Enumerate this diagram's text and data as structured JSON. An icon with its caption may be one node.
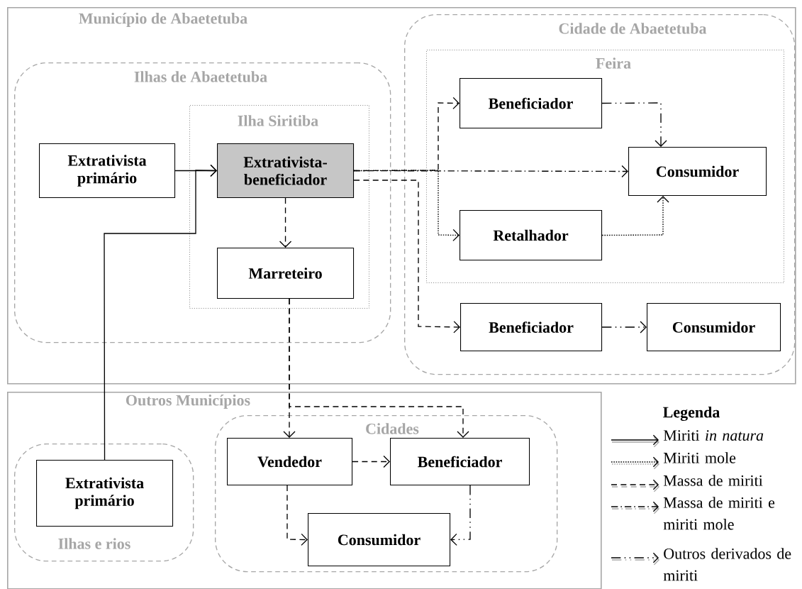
{
  "diagram": {
    "nodes": [
      {
        "text": [
          "Município de Abaetetuba"
        ]
      },
      {
        "text": [
          "Ilhas de Abaetetuba"
        ],
        "in": 0
      },
      {
        "text": [
          "Ilha Siritiba"
        ],
        "in": 1
      },
      {
        "text": [
          "Extrativista primário"
        ],
        "in": 1
      },
      {
        "text": [
          "Extrativista-beneficiador"
        ],
        "in": 2
      },
      {
        "text": [
          "Marreteiro"
        ],
        "in": 2
      },
      {
        "text": [
          "Cidade de Abaetetuba"
        ],
        "in": 0
      },
      {
        "text": [
          "Feira"
        ],
        "in": 6
      },
      {
        "text": [
          "Beneficiador"
        ],
        "in": 7
      },
      {
        "text": [
          "Consumidor"
        ],
        "in": 7
      },
      {
        "text": [
          "Retalhador"
        ],
        "in": 7
      },
      {
        "text": [
          "Beneficiador"
        ],
        "in": 6
      },
      {
        "text": [
          "Consumidor"
        ],
        "in": 6
      },
      {
        "text": [
          "Outros Municípios"
        ]
      },
      {
        "text": [
          "Ilhas e rios"
        ],
        "in": 13
      },
      {
        "text": [
          "Extrativista primário"
        ],
        "in": 14
      },
      {
        "text": [
          "Cidades"
        ],
        "in": 13
      },
      {
        "text": [
          "Vendedor"
        ],
        "in": 16
      },
      {
        "text": [
          "Beneficiador"
        ],
        "in": 16
      },
      {
        "text": [
          "Consumidor"
        ],
        "in": 16
      }
    ],
    "edges": [
      {
        "from": 3,
        "to": 4,
        "arrow": "to"
      },
      {
        "from": 15,
        "to": 4,
        "arrow": "to"
      },
      {
        "from": 4,
        "to": 5,
        "arrow": "to",
        "style": "dashed"
      },
      {
        "from": 4,
        "to": 9,
        "arrow": "to",
        "style": "dashed"
      },
      {
        "from": 4,
        "to": 8,
        "arrow": "to",
        "style": "dashed"
      },
      {
        "from": 4,
        "to": 10,
        "arrow": "to",
        "style": "dashed"
      },
      {
        "from": 4,
        "to": 11,
        "arrow": "to",
        "style": "dashed"
      },
      {
        "from": 8,
        "to": 9,
        "arrow": "to",
        "style": "dashed"
      },
      {
        "from": 10,
        "to": 9,
        "arrow": "to",
        "style": "dashed"
      },
      {
        "from": 11,
        "to": 12,
        "arrow": "to",
        "style": "dashed"
      },
      {
        "from": 5,
        "to": 17,
        "arrow": "to",
        "style": "dashed"
      },
      {
        "from": 5,
        "to": 18,
        "arrow": "to",
        "style": "dashed"
      },
      {
        "from": 17,
        "to": 18,
        "arrow": "to",
        "style": "dashed"
      },
      {
        "from": 17,
        "to": 19,
        "arrow": "to",
        "style": "dashed"
      },
      {
        "from": 18,
        "to": 19,
        "arrow": "to",
        "style": "dashed"
      }
    ],
    "labels": [
      "Legenda"
    ],
    "legend": [
      {
        "text": "Miriti *in natura*"
      },
      {
        "text": "Miriti mole"
      },
      {
        "text": "Massa de miriti"
      },
      {
        "text": "Massa de miriti e miriti mole"
      },
      {
        "text": "Outros derivados de miriti"
      }
    ]
  }
}
